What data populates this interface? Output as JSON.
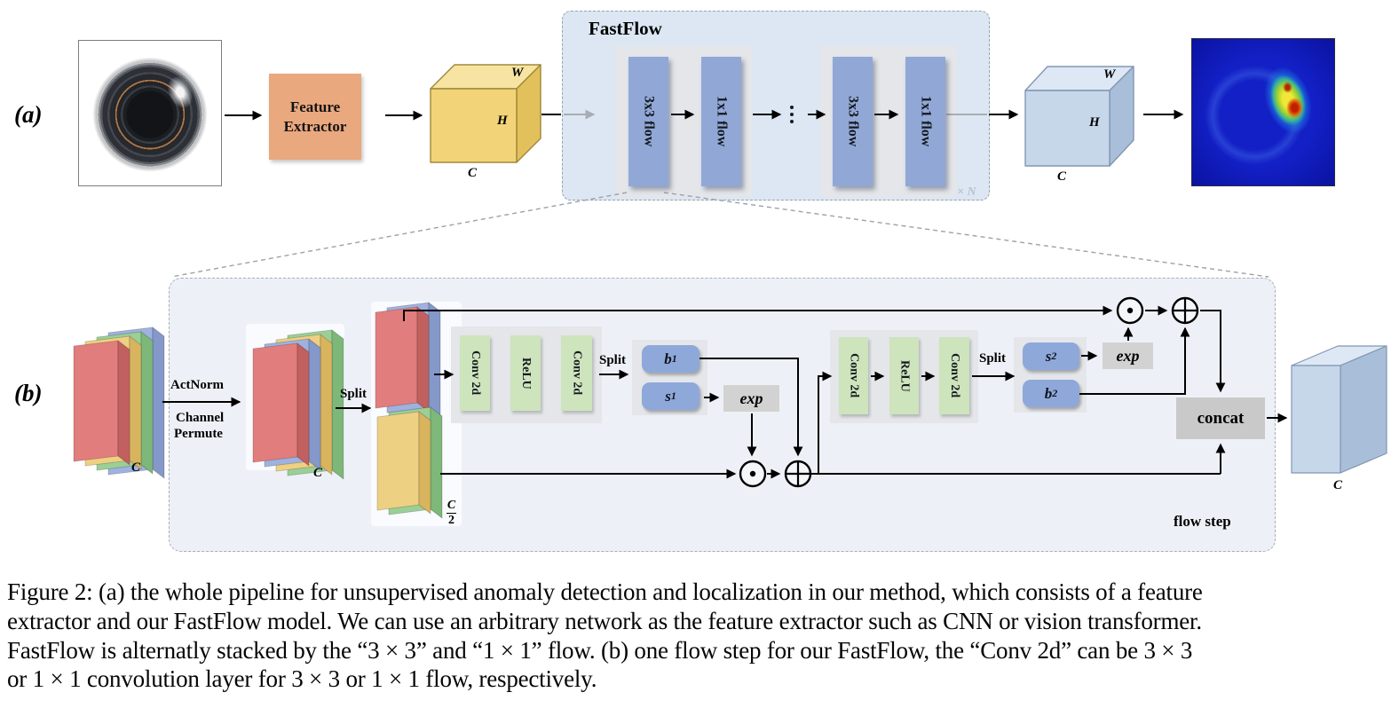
{
  "panel_a": {
    "label": "(a)",
    "feature_extractor_line1": "Feature",
    "feature_extractor_line2": "Extractor",
    "cube_in": {
      "w": "W",
      "h": "H",
      "c": "C"
    },
    "fastflow": {
      "title": "FastFlow",
      "blocks": [
        "3x3 flow",
        "1x1 flow",
        "3x3 flow",
        "1x1 flow"
      ],
      "repeat_label": "× N"
    },
    "cube_out": {
      "w": "W",
      "h": "H",
      "c": "C"
    }
  },
  "panel_b": {
    "label": "(b)",
    "actnorm_label": "ActNorm",
    "permute_line1": "Channel",
    "permute_line2": "Permute",
    "split_labels": [
      "Split",
      "Split",
      "Split"
    ],
    "stack_in_c": "C",
    "stack_mid_c": "C",
    "half_c": {
      "num": "C",
      "den": "2"
    },
    "group1": [
      "Conv 2d",
      "ReLU",
      "Conv 2d"
    ],
    "group2": [
      "Conv 2d",
      "ReLU",
      "Conv 2d"
    ],
    "vars": {
      "b1": {
        "base": "b",
        "sub": "1"
      },
      "s1": {
        "base": "s",
        "sub": "1"
      },
      "s2": {
        "base": "s",
        "sub": "2"
      },
      "b2": {
        "base": "b",
        "sub": "2"
      }
    },
    "exp_labels": [
      "exp",
      "exp"
    ],
    "concat_label": "concat",
    "flow_step_label": "flow step",
    "cube_out_c": "C"
  },
  "caption": {
    "lines": [
      "Figure 2: (a) the whole pipeline for unsupervised anomaly detection and localization in our method, which consists of a feature",
      "extractor and our FastFlow model. We can use an arbitrary network as the feature extractor such as CNN or vision transformer.",
      "FastFlow is alternatly stacked by the “3 × 3” and “1 × 1” flow. (b) one flow step for our FastFlow, the “Conv 2d” can be 3 × 3",
      "or 1 × 1 convolution layer for 3 × 3 or 1 × 1 flow, respectively."
    ]
  },
  "colors": {
    "fastflow_bg": "#dce7f3",
    "b_box_bg": "#edf1f7",
    "panel_gray": "#e4e6ea",
    "flow_block": "#91a8d6",
    "feature_extractor_bg": "#eaa87e",
    "green_block": "#cde4bc",
    "bs_box": "#8ea8da",
    "exp_bg": "#d2d2d2",
    "concat_bg": "#c9c9c9",
    "red": "#e27d7d",
    "red_side": "#c2605f",
    "yellow": "#eed083",
    "yellow_side": "#d8b45e",
    "green": "#9bcf96",
    "green_side": "#7db779",
    "blue": "#9fb2df",
    "blue_side": "#8498c9",
    "cube_yellow": "#f2d377",
    "cube_yellow_top": "#f7e4a2",
    "cube_yellow_side": "#e2c05c",
    "cube_yellow_stroke": "#a08838",
    "cube_blue": "#c7d7ea",
    "cube_blue_top": "#dde8f4",
    "cube_blue_side": "#a9bed8",
    "cube_blue_stroke": "#8097b3"
  }
}
